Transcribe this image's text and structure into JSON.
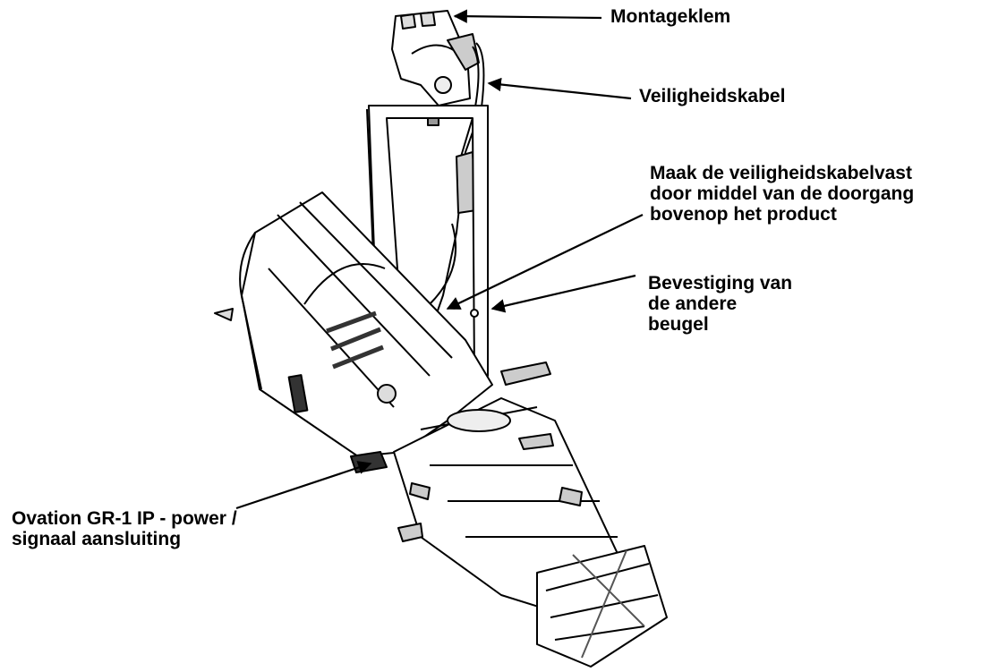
{
  "colors": {
    "line": "#000000",
    "fill": "#ffffff",
    "shade": "#d8d8d8",
    "dark": "#333333"
  },
  "callouts": [
    {
      "id": "montageklem",
      "lines": [
        "Montageklem"
      ]
    },
    {
      "id": "veiligheidskabel",
      "lines": [
        "Veiligheidskabel"
      ]
    },
    {
      "id": "doorgang",
      "lines": [
        "Maak de veiligheidskabelvast",
        "door middel van de doorgang",
        "bovenop het product"
      ]
    },
    {
      "id": "beugel",
      "lines": [
        "Bevestiging van",
        "de andere",
        "beugel"
      ]
    },
    {
      "id": "aansluiting",
      "lines": [
        "Ovation GR-1 IP - power /",
        "signaal aansluiting"
      ]
    }
  ]
}
